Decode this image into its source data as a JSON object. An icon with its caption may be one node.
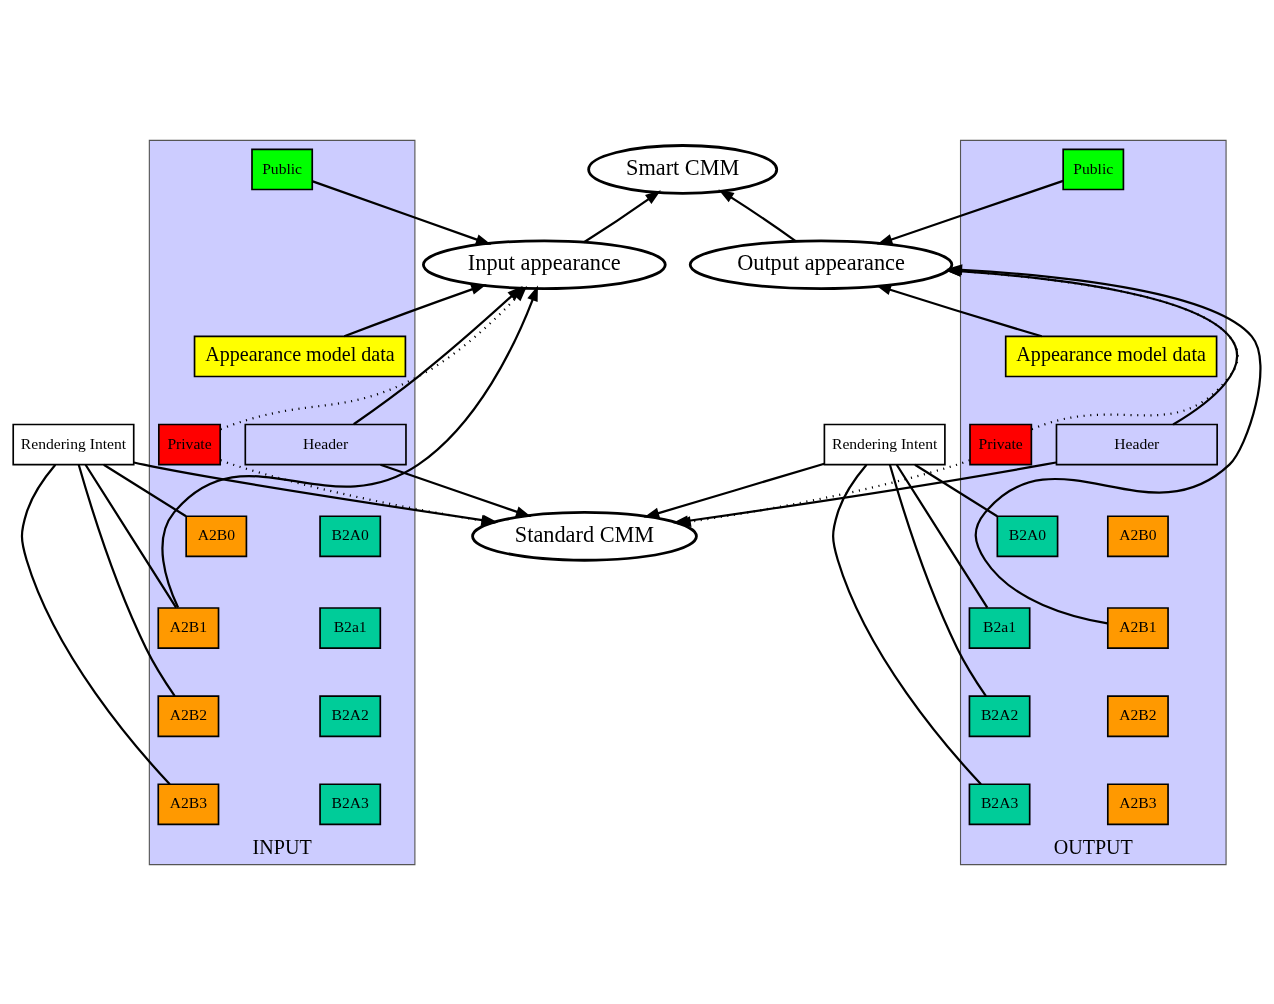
{
  "diagram": {
    "nodes": [
      {
        "text": [
          "Smart CMM"
        ]
      },
      {
        "text": [
          "Input appearance"
        ]
      },
      {
        "text": [
          "Output appearance"
        ]
      },
      {
        "text": [
          "INPUT"
        ]
      },
      {
        "text": [
          "Appearance model data"
        ],
        "in": 3
      },
      {
        "text": [
          "Header"
        ],
        "in": 3
      },
      {
        "text": [
          "Private"
        ],
        "in": 3
      },
      {
        "text": [
          "Public"
        ],
        "in": 3
      },
      {
        "text": [
          "A2B0"
        ],
        "in": 3
      },
      {
        "text": [
          "A2B1"
        ],
        "in": 3
      },
      {
        "text": [
          "A2B2"
        ],
        "in": 3
      },
      {
        "text": [
          "A2B3"
        ],
        "in": 3
      },
      {
        "text": [
          "B2A0"
        ],
        "in": 3
      },
      {
        "text": [
          "B2a1"
        ],
        "in": 3
      },
      {
        "text": [
          "B2A2"
        ],
        "in": 3
      },
      {
        "text": [
          "B2A3"
        ],
        "in": 3
      },
      {
        "text": [
          "OUTPUT"
        ]
      },
      {
        "text": [
          "Appearance model data"
        ],
        "in": 16
      },
      {
        "text": [
          "Header"
        ],
        "in": 16
      },
      {
        "text": [
          "Public"
        ],
        "in": 16
      },
      {
        "text": [
          "Private"
        ],
        "in": 16
      },
      {
        "text": [
          "A2B0"
        ],
        "in": 16
      },
      {
        "text": [
          "A2B1"
        ],
        "in": 16
      },
      {
        "text": [
          "A2B2"
        ],
        "in": 16
      },
      {
        "text": [
          "A2B3"
        ],
        "in": 16
      },
      {
        "text": [
          "B2A0"
        ],
        "in": 16
      },
      {
        "text": [
          "B2a1"
        ],
        "in": 16
      },
      {
        "text": [
          "B2A2"
        ],
        "in": 16
      },
      {
        "text": [
          "B2A3"
        ],
        "in": 16
      },
      {
        "text": [
          "Rendering Intent"
        ]
      },
      {
        "text": [
          "Rendering Intent"
        ]
      },
      {
        "text": [
          "Standard CMM"
        ]
      }
    ],
    "edges": [
      {
        "from": 1,
        "to": 0,
        "arrow": "to"
      },
      {
        "from": 2,
        "to": 0,
        "arrow": "to"
      },
      {
        "from": 4,
        "to": 1,
        "arrow": "to"
      },
      {
        "from": 5,
        "to": 1,
        "arrow": "to"
      },
      {
        "from": 7,
        "to": 1,
        "arrow": "to"
      },
      {
        "from": 6,
        "to": 1,
        "arrow": "to",
        "style": "dashed"
      },
      {
        "from": 9,
        "to": 1,
        "arrow": "to"
      },
      {
        "from": 5,
        "to": 31,
        "arrow": "to"
      },
      {
        "from": 6,
        "to": 31,
        "arrow": "to",
        "style": "dashed"
      },
      {
        "from": 29,
        "to": 8,
        "arrow": "none"
      },
      {
        "from": 29,
        "to": 9,
        "arrow": "none"
      },
      {
        "from": 29,
        "to": 10,
        "arrow": "none"
      },
      {
        "from": 29,
        "to": 11,
        "arrow": "none"
      },
      {
        "from": 29,
        "to": 31,
        "arrow": "to"
      },
      {
        "from": 17,
        "to": 2,
        "arrow": "to"
      },
      {
        "from": 18,
        "to": 2,
        "arrow": "to"
      },
      {
        "from": 19,
        "to": 2,
        "arrow": "to"
      },
      {
        "from": 20,
        "to": 2,
        "arrow": "to",
        "style": "dashed"
      },
      {
        "from": 22,
        "to": 2,
        "arrow": "to"
      },
      {
        "from": 18,
        "to": 31,
        "arrow": "to"
      },
      {
        "from": 20,
        "to": 31,
        "arrow": "to",
        "style": "dashed"
      },
      {
        "from": 30,
        "to": 25,
        "arrow": "none"
      },
      {
        "from": 30,
        "to": 26,
        "arrow": "none"
      },
      {
        "from": 30,
        "to": 27,
        "arrow": "none"
      },
      {
        "from": 30,
        "to": 28,
        "arrow": "none"
      },
      {
        "from": 30,
        "to": 31,
        "arrow": "to"
      }
    ]
  }
}
